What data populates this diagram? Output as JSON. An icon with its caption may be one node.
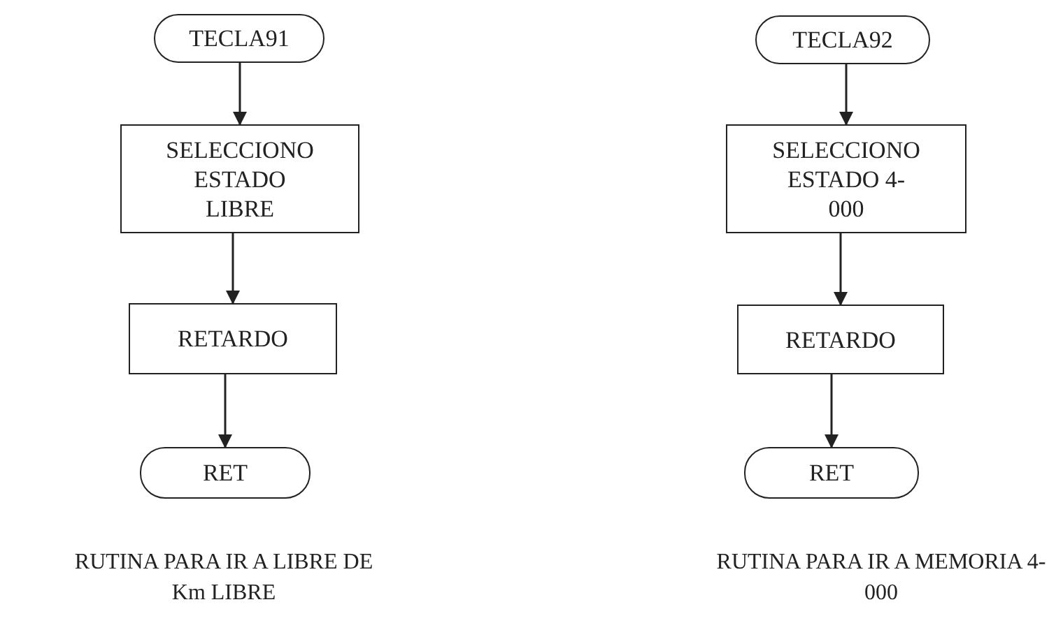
{
  "diagram": {
    "nodes": [
      {
        "text": [
          "TECLA91"
        ]
      },
      {
        "text": [
          "SELECCIONO ESTADO LIBRE"
        ]
      },
      {
        "text": [
          "RETARDO"
        ]
      },
      {
        "text": [
          "RET"
        ]
      },
      {
        "text": [
          "TECLA92"
        ]
      },
      {
        "text": [
          "SELECCIONO ESTADO 4-000"
        ]
      },
      {
        "text": [
          "RETARDO"
        ]
      },
      {
        "text": [
          "RET"
        ]
      }
    ],
    "edges": [
      {
        "from": 0,
        "to": 1,
        "arrow": "to"
      },
      {
        "from": 1,
        "to": 2,
        "arrow": "to"
      },
      {
        "from": 2,
        "to": 3,
        "arrow": "to"
      },
      {
        "from": 4,
        "to": 5,
        "arrow": "to"
      },
      {
        "from": 5,
        "to": 6,
        "arrow": "to"
      },
      {
        "from": 6,
        "to": 7,
        "arrow": "to"
      }
    ],
    "labels": [
      "RUTINA PARA IR A LIBRE DE Km LIBRE",
      "RUTINA PARA IR A MEMORIA 4-000"
    ]
  }
}
